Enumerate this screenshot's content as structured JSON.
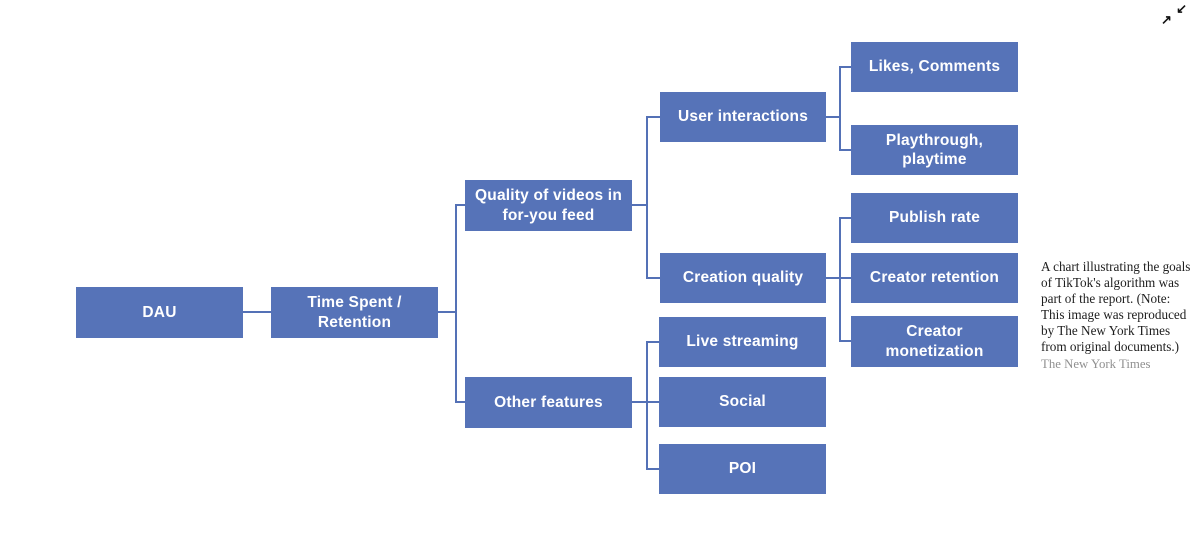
{
  "colors": {
    "node_fill": "#5673b8",
    "node_text": "#ffffff",
    "connector": "#5471b6",
    "caption_text": "#1d1d1d",
    "caption_credit": "#909090",
    "background": "#ffffff"
  },
  "icons": {
    "collapse_sw": "↙",
    "collapse_ne": "↗"
  },
  "diagram": {
    "nodes": {
      "dau": {
        "label": "DAU"
      },
      "time_spent": {
        "label": "Time Spent /\nRetention"
      },
      "quality": {
        "label": "Quality of videos in\nfor-you feed"
      },
      "other_features": {
        "label": "Other features"
      },
      "user_interactions": {
        "label": "User interactions"
      },
      "creation_quality": {
        "label": "Creation quality"
      },
      "likes_comments": {
        "label": "Likes, Comments"
      },
      "playthrough": {
        "label": "Playthrough,\nplaytime"
      },
      "publish_rate": {
        "label": "Publish rate"
      },
      "creator_retention": {
        "label": "Creator retention"
      },
      "creator_monetization": {
        "label": "Creator\nmonetization"
      },
      "live_streaming": {
        "label": "Live streaming"
      },
      "social": {
        "label": "Social"
      },
      "poi": {
        "label": "POI"
      }
    },
    "edges": [
      {
        "from": "dau",
        "to": "time_spent"
      },
      {
        "from": "time_spent",
        "to": "quality"
      },
      {
        "from": "time_spent",
        "to": "other_features"
      },
      {
        "from": "quality",
        "to": "user_interactions"
      },
      {
        "from": "quality",
        "to": "creation_quality"
      },
      {
        "from": "user_interactions",
        "to": "likes_comments"
      },
      {
        "from": "user_interactions",
        "to": "playthrough"
      },
      {
        "from": "creation_quality",
        "to": "publish_rate"
      },
      {
        "from": "creation_quality",
        "to": "creator_retention"
      },
      {
        "from": "creation_quality",
        "to": "creator_monetization"
      },
      {
        "from": "other_features",
        "to": "live_streaming"
      },
      {
        "from": "other_features",
        "to": "social"
      },
      {
        "from": "other_features",
        "to": "poi"
      }
    ]
  },
  "caption": {
    "text": "A chart illustrating the goals of TikTok's algorithm was part of the report. (Note: This image was reproduced by The New York Times from original documents.)",
    "credit": "The New York Times"
  }
}
